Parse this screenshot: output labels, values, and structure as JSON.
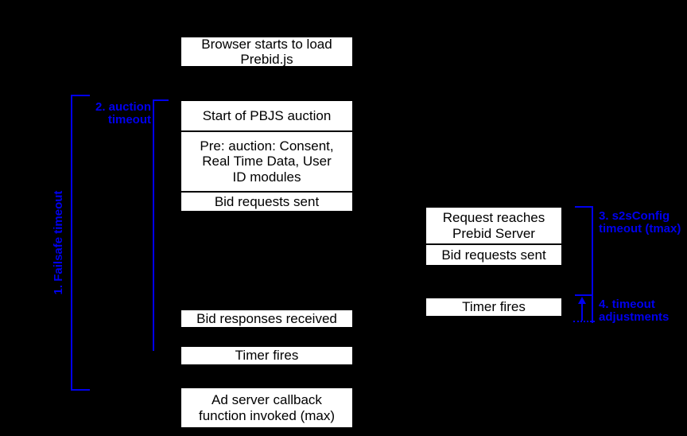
{
  "diagram": {
    "background": "#000000",
    "accent_blue": "#0000ee",
    "box_fill": "#ffffff",
    "box_border": "#000000"
  },
  "client_column": {
    "browser_load": "Browser starts to load\nPrebid.js",
    "auction_start": "Start of PBJS auction",
    "pre_auction": "Pre: auction: Consent,\nReal Time Data, User\nID modules",
    "bid_requests_sent": "Bid requests sent",
    "bid_responses_received": "Bid responses received",
    "timer_fires": "Timer fires",
    "ad_server_callback": "Ad server callback\nfunction invoked (max)"
  },
  "server_column": {
    "request_reaches": "Request reaches\nPrebid Server",
    "bid_requests_sent": "Bid requests sent",
    "timer_fires": "Timer fires"
  },
  "annotations": {
    "failsafe_timeout": "1. Failsafe timeout",
    "auction_timeout": "2. auction\ntimeout",
    "s2s_timeout": "3. s2sConfig\ntimeout (tmax)",
    "timeout_adjustments": "4. timeout\nadjustments"
  }
}
